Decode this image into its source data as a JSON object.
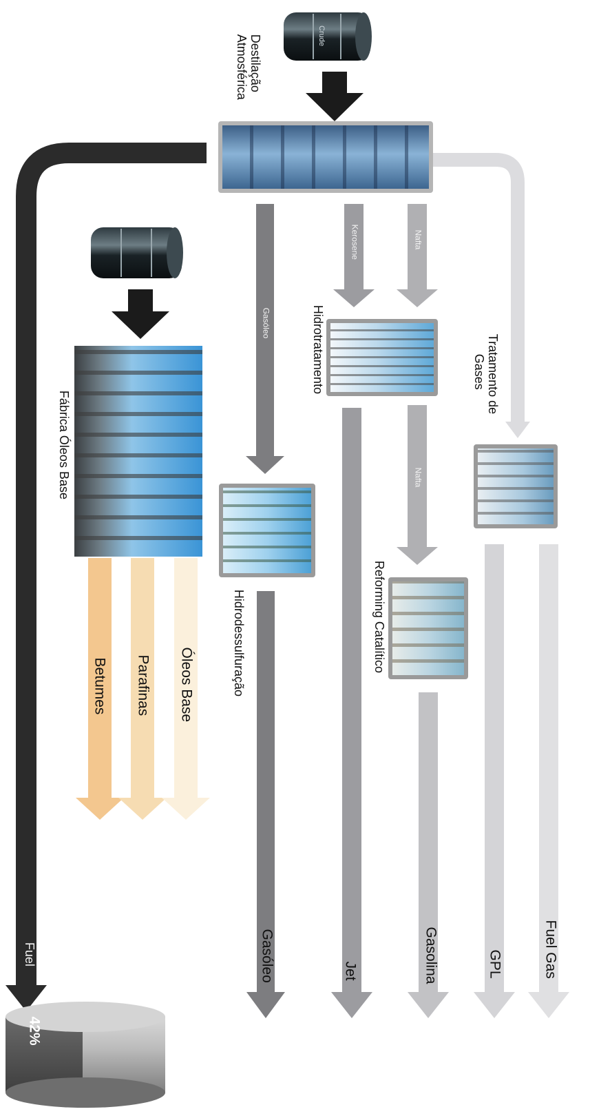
{
  "diagram": {
    "inputs": {
      "crude_barrel_label": "Crude"
    },
    "units": {
      "distillation": [
        "Destilação",
        "Atmosférica"
      ],
      "hydrotreating": "Hidrotratamento",
      "gas_treatment": [
        "Tratamento de",
        "Gases"
      ],
      "catalytic_reforming": "Reforming Catalítico",
      "hydrodesulfurization": "Hidrodessulfuração",
      "base_oils_plant": "Fábrica Óleos Base"
    },
    "streams": {
      "kerosene": "Kerosene",
      "naphtha_1": "Nafta",
      "naphtha_2": "Nafta",
      "gasoil": "Gasóleo",
      "fuel": "Fuel"
    },
    "products": {
      "fuel_gas": "Fuel Gas",
      "gpl": "GPL",
      "gasolina": "Gasolina",
      "jet": "Jet",
      "gasoleo": "Gasóleo",
      "oleos_base": "Óleos Base",
      "parafinas": "Parafinas",
      "betumes": "Betumes"
    },
    "fuel_share": "42%",
    "colors": {
      "fuel_arrow": "#2b2b2b",
      "gasoil_arrow": "#7d7d80",
      "mid_arrow": "#9c9ca0",
      "light_arrow": "#cfcfd2",
      "lightest_arrow": "#e0e0e2",
      "betumes": "#f3c78f",
      "parafinas": "#f6dcb2",
      "oleos_base": "#fbf0dc"
    }
  }
}
